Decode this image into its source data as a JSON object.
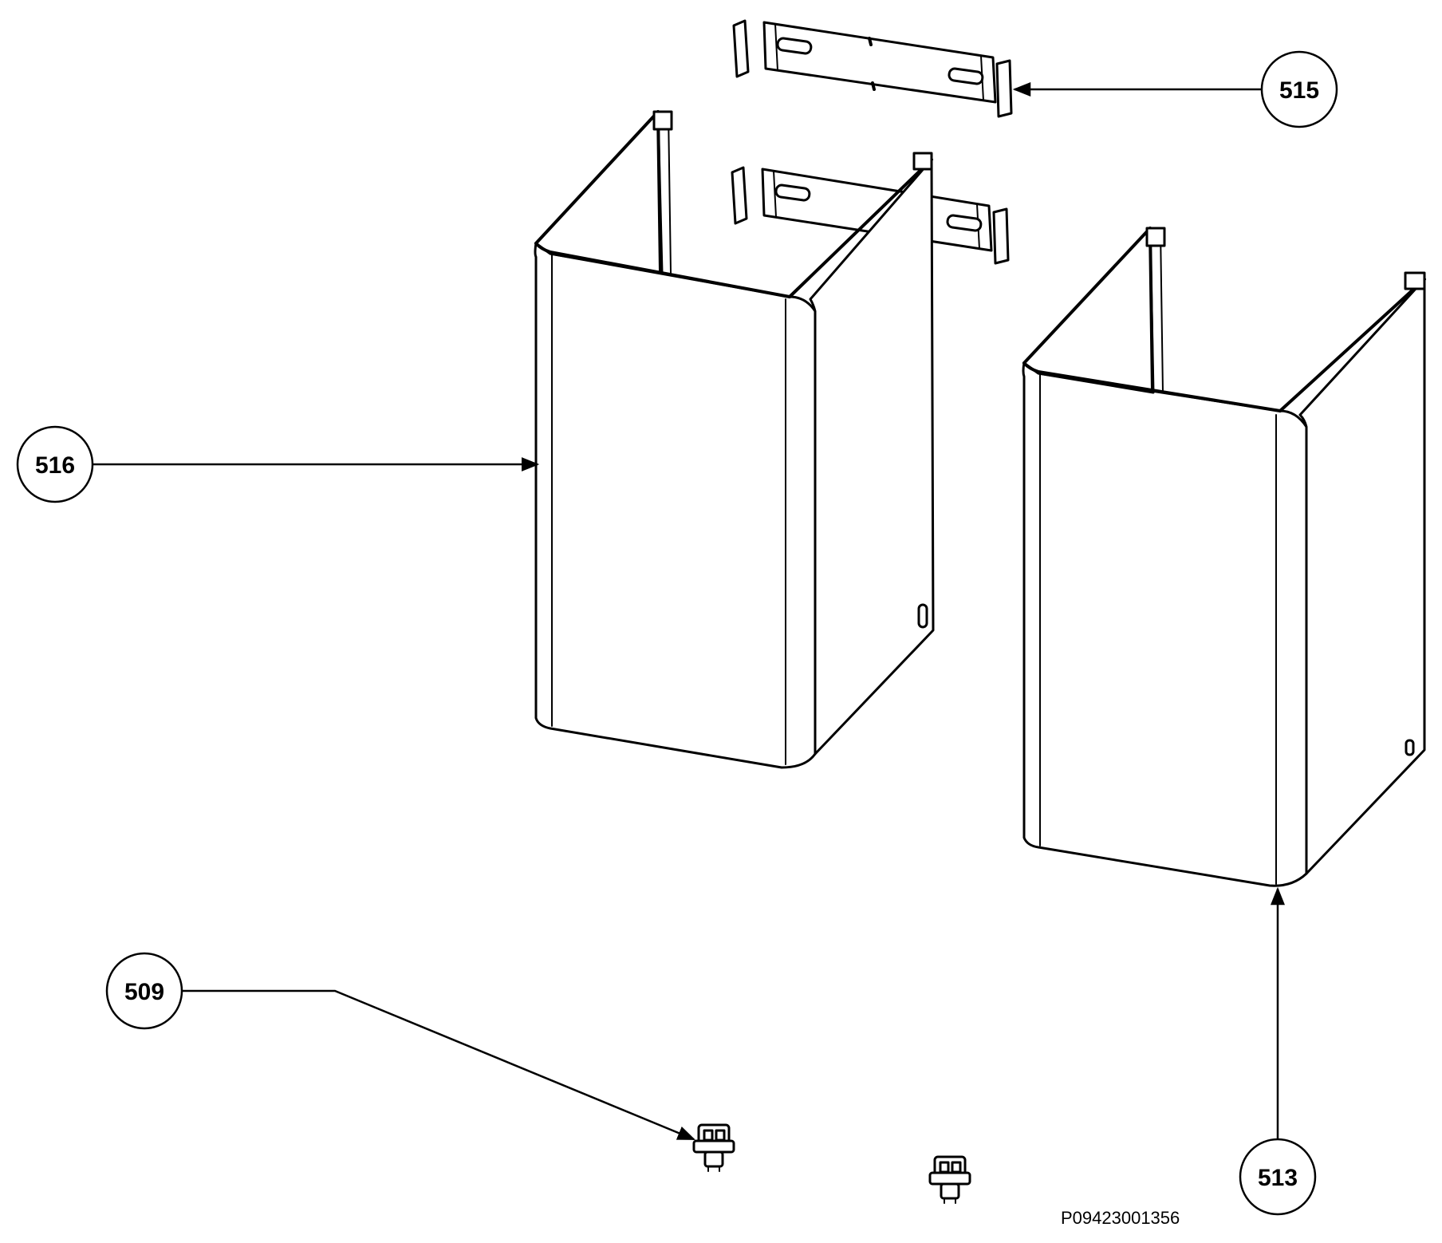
{
  "callouts": [
    {
      "id": "515",
      "label": "515"
    },
    {
      "id": "516",
      "label": "516"
    },
    {
      "id": "509",
      "label": "509"
    },
    {
      "id": "513",
      "label": "513"
    }
  ],
  "document_id": "P09423001356",
  "colors": {
    "line": "#000000",
    "background": "#ffffff"
  }
}
